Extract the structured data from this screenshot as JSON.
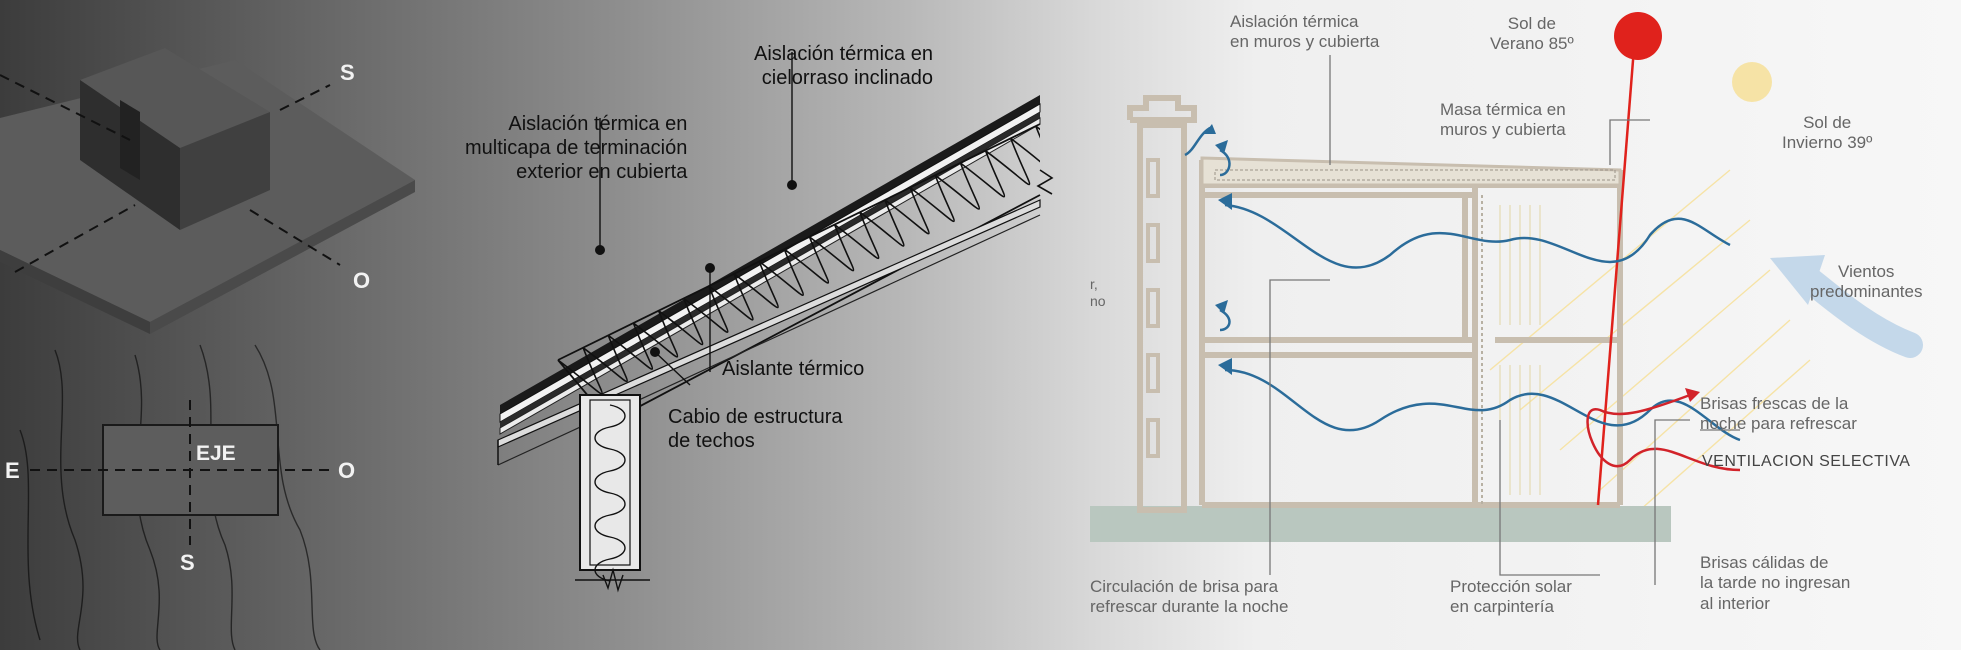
{
  "orientation_plan": {
    "top_compass": {
      "south": "S",
      "west": "O"
    },
    "bottom_compass": {
      "east": "E",
      "west": "O",
      "south": "S"
    },
    "axis_label": "EJE"
  },
  "roof_section": {
    "labels": {
      "ceiling_insulation": "Aislación térmica en\ncielorraso inclinado",
      "multilayer_insulation": "Aislación térmica en\nmulticapa de terminación\nexterior en cubierta",
      "thermal_insulator": "Aislante térmico",
      "rafter": "Cabio de estructura\nde techos"
    }
  },
  "house_section": {
    "labels": {
      "wall_roof_insulation": "Aislación térmica\nen muros y cubierta",
      "summer_sun": "Sol de\nVerano 85º",
      "winter_sun": "Sol de\nInvierno 39º",
      "thermal_mass": "Masa térmica en\nmuros y cubierta",
      "prevailing_winds": "Vientos\npredominantes",
      "cool_breezes": "Brisas frescas de la\nnoche para refrescar",
      "selective_ventilation": "VENTILACION SELECTIVA",
      "night_circulation": "Circulación de brisa para\nrefrescar durante la noche",
      "solar_protection": "Protección solar\nen carpintería",
      "warm_breezes": "Brisas cálidas de\nla tarde no ingresan\nal interior",
      "cut_fragment": "r,\nno"
    },
    "colors": {
      "summer_sun": "#e0221c",
      "winter_sun": "#f6e3a6",
      "cool_breeze": "#2b6c9a",
      "warm_breeze": "#d2232a",
      "wind_arrow": "#c4d8ea",
      "ground": "#b9c7bf"
    }
  }
}
